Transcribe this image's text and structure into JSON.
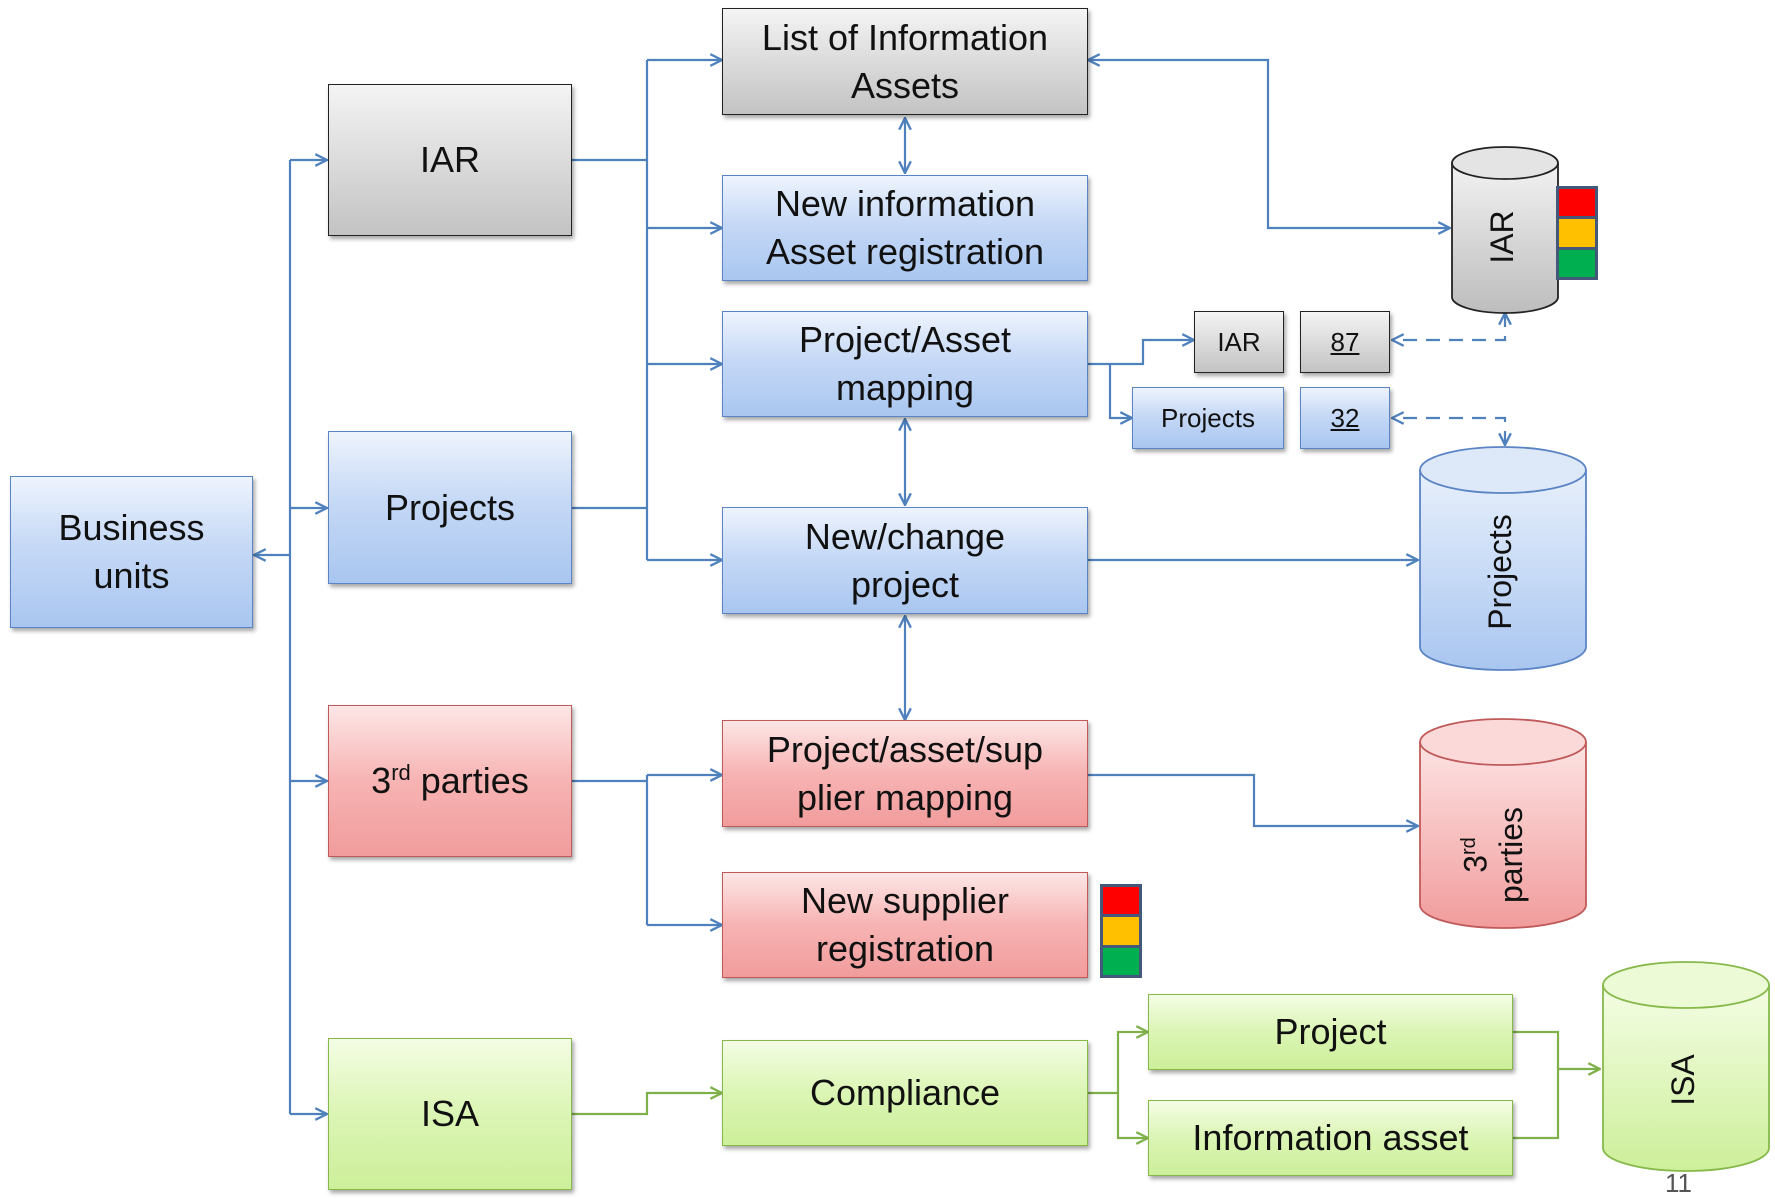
{
  "diagram": {
    "left": {
      "business_units": "Business units"
    },
    "categories": {
      "iar": "IAR",
      "projects": "Projects",
      "third_parties_prefix": "3",
      "third_parties_sup": "rd",
      "third_parties_rest": " parties",
      "isa": "ISA"
    },
    "processes": {
      "list_assets": "List of Information Assets",
      "new_asset": "New information Asset registration",
      "project_asset_mapping": "Project/Asset mapping",
      "new_change_project": "New/change project",
      "project_asset_supplier": "Project/asset/sup plier mapping",
      "new_supplier": "New supplier registration",
      "compliance": "Compliance",
      "isa_project": "Project",
      "isa_information_asset": "Information asset"
    },
    "counters": {
      "iar_label": "IAR",
      "iar_count": "87",
      "projects_label": "Projects",
      "projects_count": "32"
    },
    "databases": {
      "iar_db": "IAR",
      "projects_db": "Projects",
      "third_parties_db_prefix": "3",
      "third_parties_db_sup": "rd",
      "third_parties_db_rest": "parties",
      "isa_db": "ISA"
    },
    "traffic_light_colors": [
      "#ff0000",
      "#ffc000",
      "#00b050"
    ],
    "page_number": "11"
  },
  "colors": {
    "blue_connector": "#4f81bd",
    "green_connector": "#7fb04a",
    "blue_fill": "#c6d9f6",
    "gray_fill": "#c3c3c3",
    "red_fill": "#f7b3b3",
    "green_fill": "#dbf5b4"
  }
}
